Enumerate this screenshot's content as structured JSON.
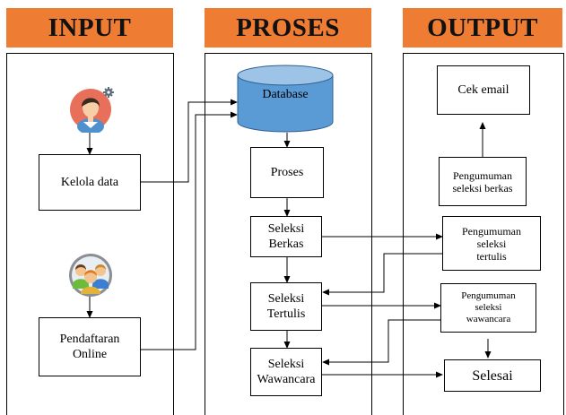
{
  "headers": {
    "input": "INPUT",
    "proses": "PROSES",
    "output": "OUTPUT"
  },
  "input": {
    "admin_icon": "admin-user-gear-icon",
    "kelola": "Kelola data",
    "users_icon": "user-group-icon",
    "pendaftaran": "Pendaftaran\nOnline"
  },
  "proses": {
    "database": "Database",
    "proses": "Proses",
    "seleksi_berkas": "Seleksi\nBerkas",
    "seleksi_tertulis": "Seleksi\nTertulis",
    "seleksi_wawancara": "Seleksi\nWawancara"
  },
  "output": {
    "cek_email": "Cek email",
    "pengumuman_berkas": "Pengumuman\nseleksi berkas",
    "pengumuman_tertulis": "Pengumuman\nseleksi\ntertulis",
    "pengumuman_wawancara": "Pengumuman\nseleksi\nwawancara",
    "selesai": "Selesai"
  },
  "colors": {
    "header": "#ee7c32",
    "database": "#5b9bd5",
    "avatar_bg": "#e8705a"
  }
}
